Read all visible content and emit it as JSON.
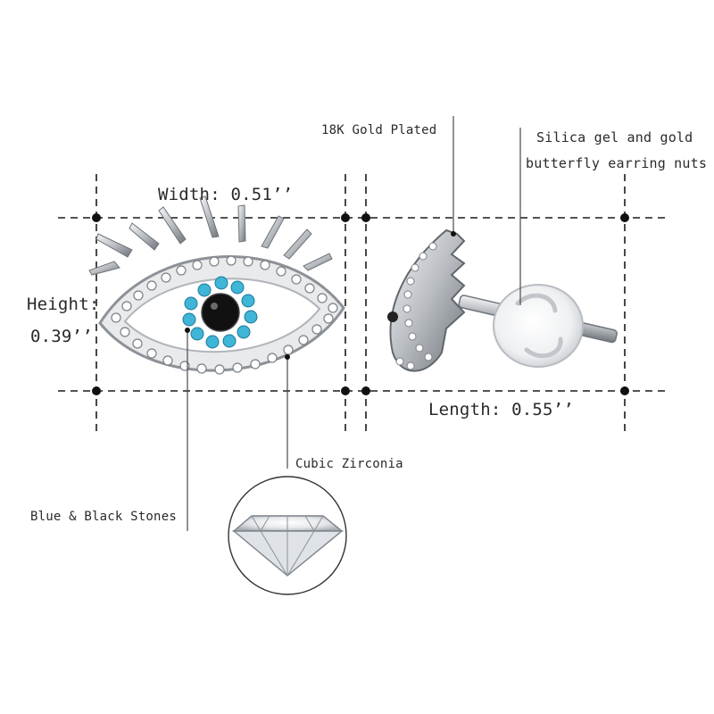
{
  "labels": {
    "width": "Width: 0.51’’",
    "height_word": "Height:",
    "height_value": "0.39’’",
    "length": "Length: 0.55’’",
    "gold_plated": "18K Gold Plated",
    "nuts_line1": "Silica gel and gold",
    "nuts_line2": "butterfly earring nuts",
    "cubic_zirconia": "Cubic Zirconia",
    "stones": "Blue & Black Stones"
  },
  "colors": {
    "guide": "#1a1a1a",
    "silver": "#c8cbd0",
    "turquoise": "#3fb5d8",
    "black_stone": "#111111"
  }
}
